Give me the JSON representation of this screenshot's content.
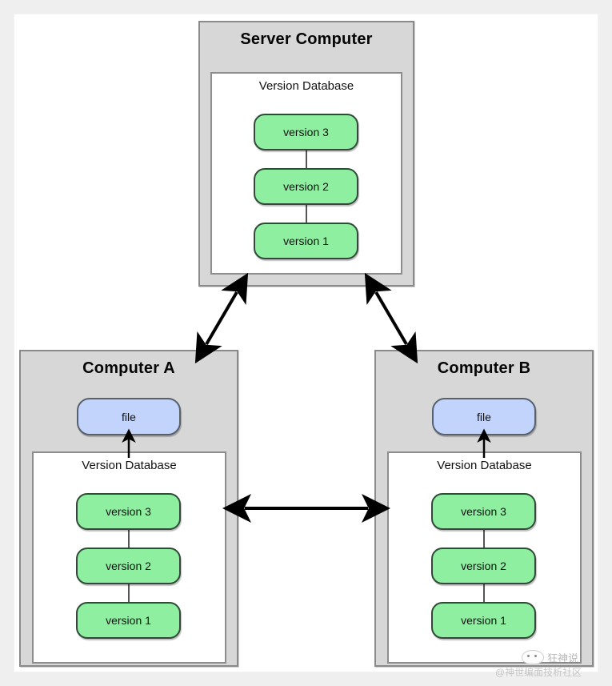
{
  "diagram": {
    "type": "centralized-version-control-architecture",
    "server": {
      "title": "Server Computer",
      "database": {
        "title": "Version Database",
        "versions": [
          "version 3",
          "version 2",
          "version 1"
        ]
      }
    },
    "clients": [
      {
        "title": "Computer A",
        "file_label": "file",
        "database": {
          "title": "Version Database",
          "versions": [
            "version 3",
            "version 2",
            "version 1"
          ]
        }
      },
      {
        "title": "Computer B",
        "file_label": "file",
        "database": {
          "title": "Version Database",
          "versions": [
            "version 3",
            "version 2",
            "version 1"
          ]
        }
      }
    ],
    "connections": [
      {
        "name": "server-to-computer-a",
        "style": "double-headed-arrow"
      },
      {
        "name": "server-to-computer-b",
        "style": "double-headed-arrow"
      },
      {
        "name": "computer-a-to-computer-b",
        "style": "double-headed-arrow"
      },
      {
        "name": "database-to-file-a",
        "style": "single-headed-arrow-up"
      },
      {
        "name": "database-to-file-b",
        "style": "single-headed-arrow-up"
      }
    ]
  },
  "colors": {
    "version_fill": "#8fefa1",
    "version_stroke": "#2f4a37",
    "file_fill": "#c2d4fb",
    "file_stroke": "#56606e",
    "computer_fill": "#d7d7d7",
    "computer_stroke": "#8a8a8a",
    "database_fill": "#ffffff",
    "database_stroke": "#8d8d8d",
    "arrow": "#000000",
    "page_background": "#ffffff",
    "canvas_background": "#efefef"
  },
  "watermark": {
    "primary": "狂神说",
    "secondary": "@神世编面技析社区"
  }
}
